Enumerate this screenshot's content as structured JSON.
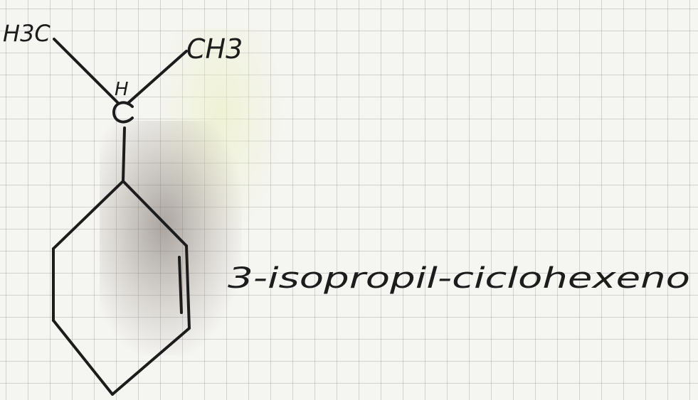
{
  "molecule": {
    "substituent_left": "H3C",
    "substituent_right": "CH3",
    "methine_h": "H",
    "methine_c": "C"
  },
  "caption": {
    "name": "3-isopropil-ciclohexeno"
  },
  "colors": {
    "ink": "#1c1c1c",
    "paper": "#f5f5f2",
    "grid": "#8a8a95"
  }
}
